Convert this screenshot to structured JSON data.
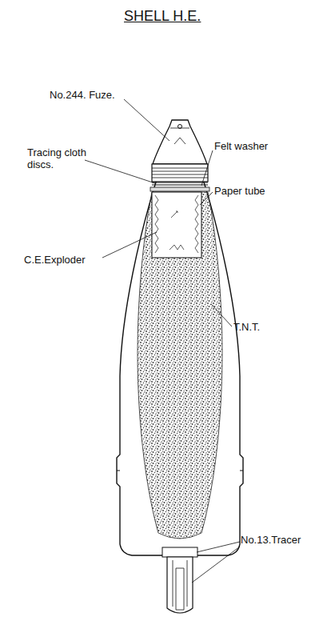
{
  "diagram": {
    "title": "SHELL H.E.",
    "labels": [
      "No.244. Fuze.",
      "Tracing cloth discs.",
      "Felt washer",
      "Paper tube",
      "C.E.Exploder",
      "T.N.T.",
      "No.13.Tracer"
    ]
  }
}
